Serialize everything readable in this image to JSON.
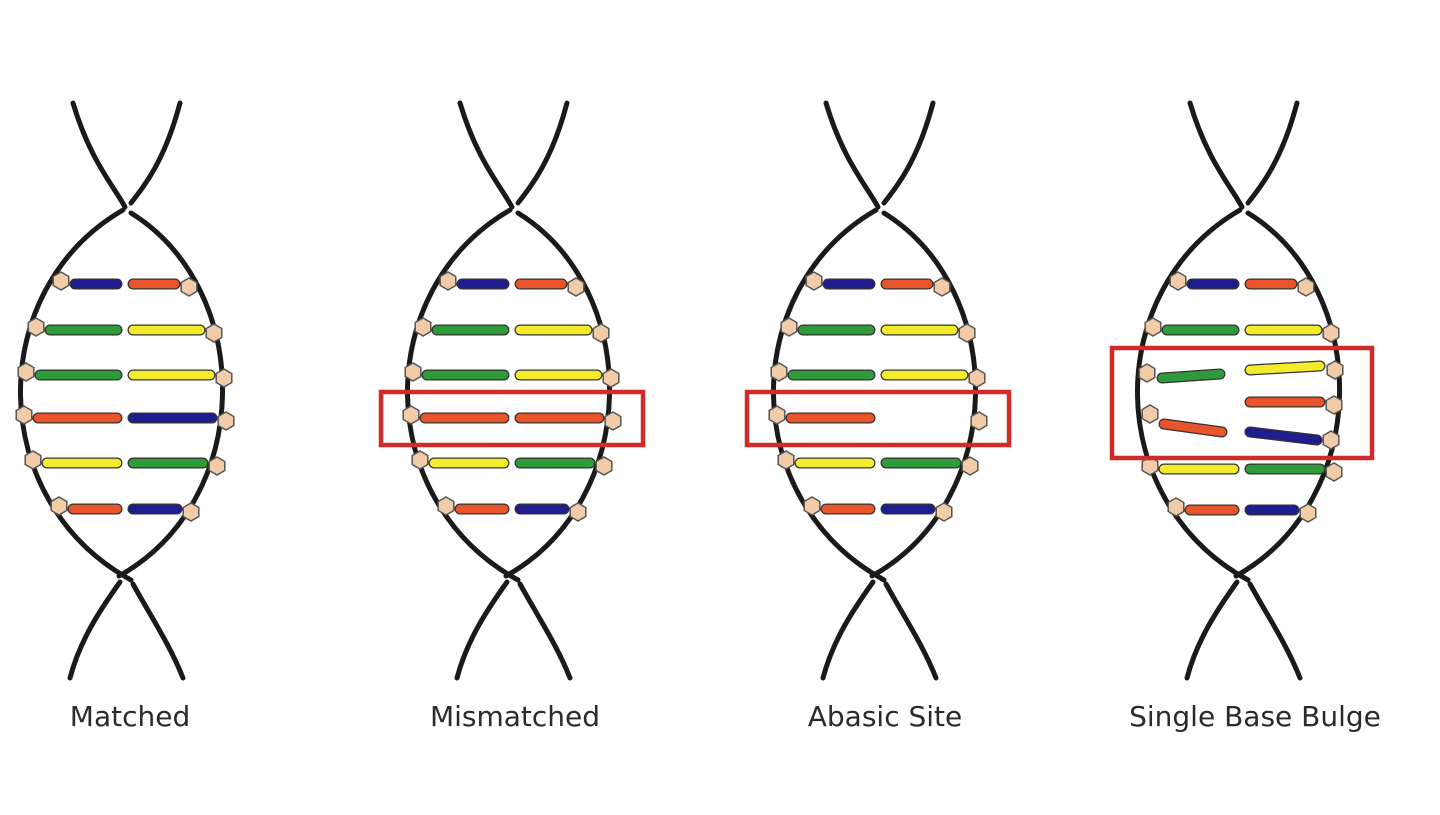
{
  "colors": {
    "blue": "#1f1d8e",
    "red": "#e8552a",
    "green": "#2f9a3a",
    "yellow": "#f4ec2b",
    "sugar": "#f2cba8",
    "box": "#d02a2a"
  },
  "panels": [
    {
      "caption": "Matched",
      "pairs": [
        [
          "blue",
          "red"
        ],
        [
          "green",
          "yellow"
        ],
        [
          "green",
          "yellow"
        ],
        [
          "red",
          "blue"
        ],
        [
          "yellow",
          "green"
        ],
        [
          "red",
          "blue"
        ]
      ],
      "lesion": "none"
    },
    {
      "caption": "Mismatched",
      "pairs": [
        [
          "blue",
          "red"
        ],
        [
          "green",
          "yellow"
        ],
        [
          "green",
          "yellow"
        ],
        [
          "red",
          "red"
        ],
        [
          "yellow",
          "green"
        ],
        [
          "red",
          "blue"
        ]
      ],
      "lesion": "mismatch"
    },
    {
      "caption": "Abasic Site",
      "pairs": [
        [
          "blue",
          "red"
        ],
        [
          "green",
          "yellow"
        ],
        [
          "green",
          "yellow"
        ],
        [
          "red",
          null
        ],
        [
          "yellow",
          "green"
        ],
        [
          "red",
          "blue"
        ]
      ],
      "lesion": "abasic"
    },
    {
      "caption": "Single Base Bulge",
      "pairs": [
        [
          "blue",
          "red"
        ],
        [
          "green",
          "yellow"
        ],
        [
          "green",
          "yellow"
        ],
        [
          "red",
          "red"
        ],
        [
          null,
          "blue"
        ],
        [
          "yellow",
          "green"
        ],
        [
          "red",
          "blue"
        ]
      ],
      "lesion": "bulge"
    }
  ]
}
